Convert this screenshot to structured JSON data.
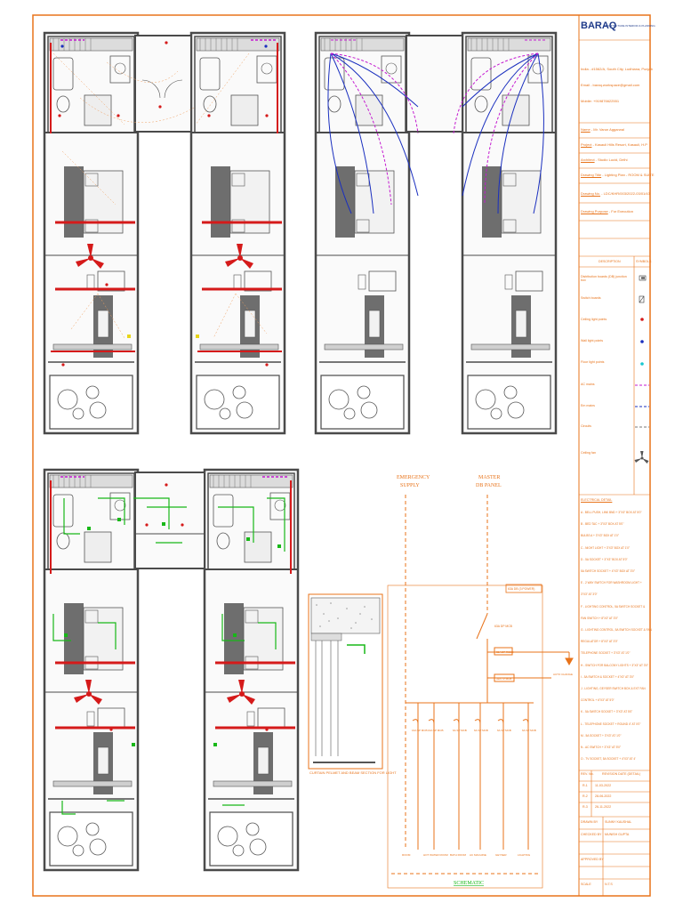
{
  "title_block": {
    "brand": "BARAQ",
    "tagline": "ARCHITECTURE INTERIOR & PLANNING",
    "address": "India  -  #1562/A, South City, Ludhiana, Punjab",
    "email": "Email - baraq.workspace@gmail.com",
    "mobile": "Mobile: +919876622551",
    "fields": [
      {
        "label": "Name",
        "value": "Mr. Varun Aggarwal"
      },
      {
        "label": "Project",
        "value": "Kasauli Hills Resort, Kasauli, H.P"
      },
      {
        "label": "Architect",
        "value": "Studio Lucid, Delhi"
      },
      {
        "label": "Drawing Title",
        "value": "Lighting Plan - ROOM & SUITE"
      },
      {
        "label": "Drawing No.",
        "value": "LDC/KHR/003/2022-03/01/43"
      },
      {
        "label": "Drawing Purpose",
        "value": "For Execution"
      }
    ],
    "legend_header": {
      "description": "DESCRIPTION",
      "symbol": "SYMBOLS"
    },
    "legend": [
      {
        "label": "Distribution boards (DB) junction box",
        "symbol": "db-box"
      },
      {
        "label": "Switch boards",
        "symbol": "switch-board"
      },
      {
        "label": "Ceiling light points",
        "symbol": "red-dot"
      },
      {
        "label": "Wall light points",
        "symbol": "blue-dot"
      },
      {
        "label": "Floor light points",
        "symbol": "cyan-dot"
      },
      {
        "label": "AC mains",
        "symbol": "magenta-dash"
      },
      {
        "label": "Em mains",
        "symbol": "blue-dash"
      },
      {
        "label": "Circuits",
        "symbol": "dash-line"
      },
      {
        "label": "Ceiling fan",
        "symbol": "fan"
      }
    ],
    "electrical_detail_title": "ELECTRICAL DETAIL",
    "electrical_detail": [
      "A - BELL PUSH, LINK BND + 3\"X3\" BOX AT 5'0\"",
      "B - BED TAC + 3\"X3\" BOX AT 5'0\"",
      "     BULBS A + 3\"X3\" BOX AT 1'0\"",
      "C - NIGHT LIGHT + 3\"X3\" BOX AT 1'0\"",
      "D - 5A SOCKET + 3\"X3\" BOX AT 5'0\"",
      "     5A SWITCH SOCKET + 4\"X3\" BOX AT 3'0\"",
      "E - 2 WAY SWITCH FOR WASHROOM LIGHT +",
      "     3\"X3\" AT 3'0\"",
      "F - LIGHTING CONTROL, 5A SWITCH SOCKET &",
      "     FAN SWITCH + 8\"X3\" AT 3'0\"",
      "G - LIGHTING CONTROL, 5A SWITCH SOCKET & FAN",
      "     REGULATOR + 8\"X3\" AT 3'0\"",
      "     TELEPHONE SOCKET + 3\"X3\" AT 1'0\"",
      "H - SWITCH FOR BALCONY LIGHTS + 3\"X3\" AT 3'0\"",
      "I - 5A SWITCH & SOCKET + 4\"X3\" AT 3'0\"",
      "J - LIGHTING, GEYSER SWITCH BOX & EXT FAN",
      "     CONTROL + 6\"X3\" AT 5'0\"",
      "K - 5A SWITCH SOCKET + 3\"X3\" AT 5'0\"",
      "L - TELEPHONE SOCKET + ROUND 4\" AT 0'0\"",
      "M - 5A SOCKET + 3\"X3\" AT 1'0\"",
      "N - AC SWITCH + 3\"X3\" AT 5'0\"",
      "O - TV SOCKET, 5A SOCKET + 4\"X3\" AT 4'"
    ],
    "revision_header": {
      "no": "REV. No.",
      "date": "REVISION DATE (DETAIL)"
    },
    "revisions": [
      {
        "no": "R-1",
        "date": "11-03-2022"
      },
      {
        "no": "R-2",
        "date": "28-06-2022"
      },
      {
        "no": "R-3",
        "date": "26-11-2022"
      }
    ],
    "drawn_by": {
      "label": "DRAWN BY",
      "value": "SUNNY KAUSHAL"
    },
    "checked_by": {
      "label": "CHECKED BY",
      "value": "MUNISH GUPTA"
    },
    "approved_by": {
      "label": "APPROVED BY",
      "value": ""
    },
    "scale": {
      "label": "SCALE",
      "value": "N.T.S"
    }
  },
  "schematic": {
    "emergency_supply": "EMERGENCY\nSUPPLY",
    "master_db": "MASTER\nDB PANEL",
    "db_label": "63A DB (3 POWER)",
    "main_breaker": "63A DP MCB",
    "em_rcd": "32A DP RCCB",
    "feeder": "32A TP MCB",
    "em_out": "AUTO CHANGE",
    "circuits": [
      "16A SP MCB",
      "16A SP MCB",
      "6A SP MCB",
      "6A SP MCB",
      "6A SP MCB",
      "6A SP MCB"
    ],
    "outlets": [
      "ROOM",
      "HOT WATER ROOM",
      "BATH ROOM",
      "AC MACHINE",
      "GEYSER",
      "LIGHTING"
    ],
    "title": "SCHEMATIC"
  },
  "section": {
    "caption": "CURTAIN PELMET AND BEAM SECTION FOR LIGHT"
  },
  "colors": {
    "border": "#e8731a",
    "wall": "#4a4a4a",
    "furniture": "#6e6e6e",
    "red_circuit": "#d51a1a",
    "blue_mains": "#1a2fbf",
    "magenta_mains": "#c41ad0",
    "green_switch": "#18b818",
    "brand_blue": "#1f3b8a"
  }
}
